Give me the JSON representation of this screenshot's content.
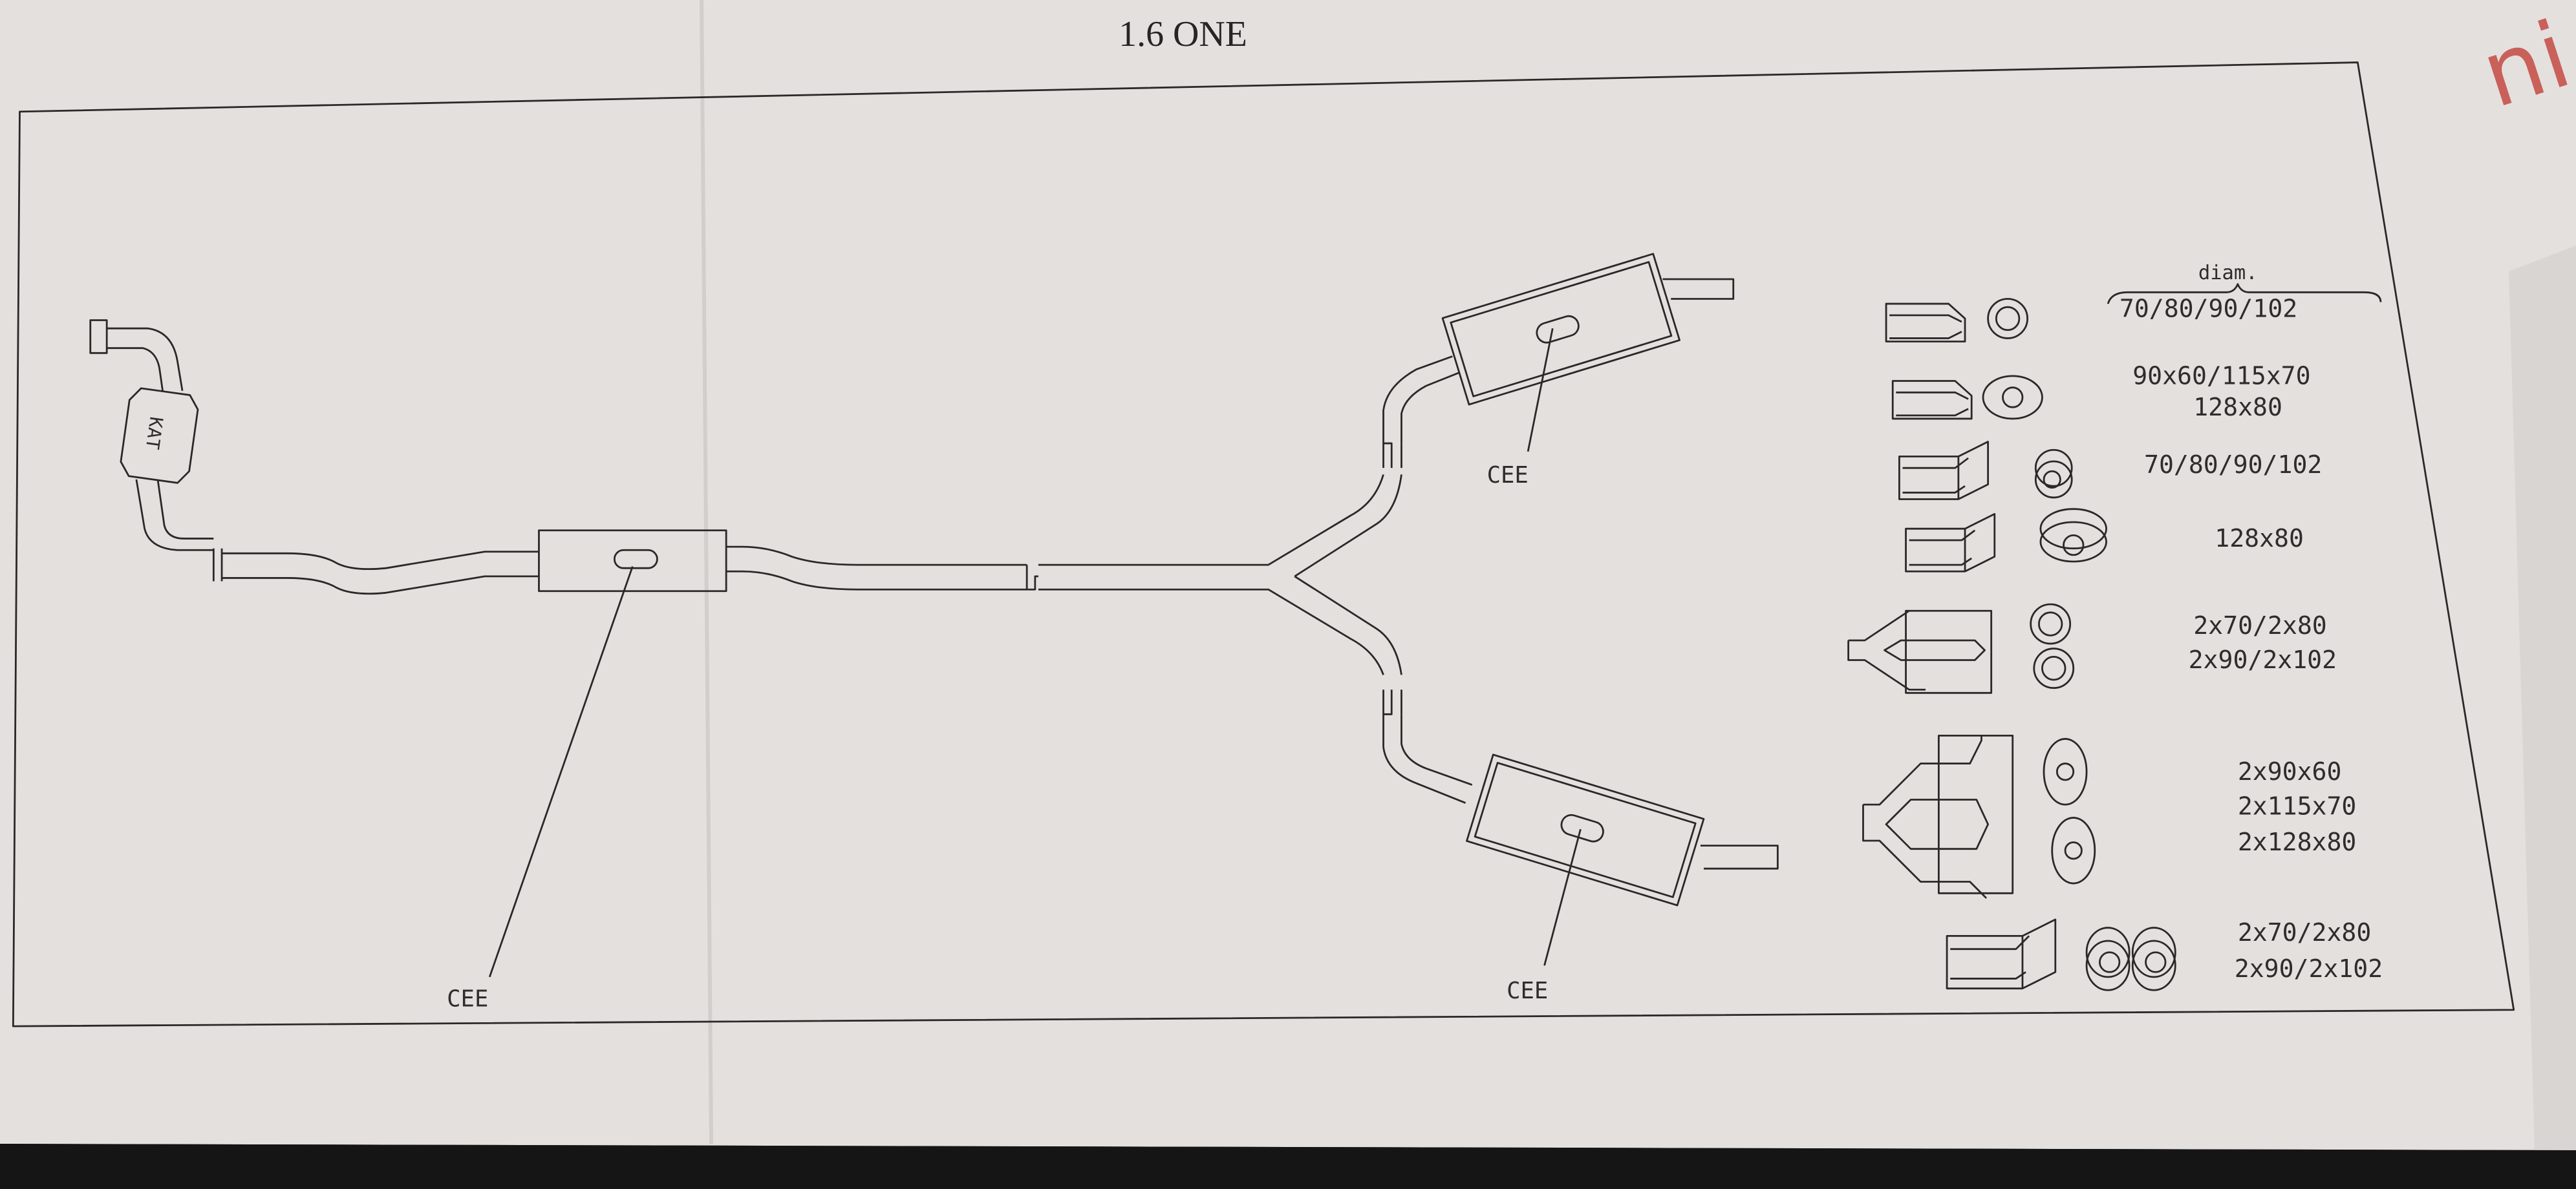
{
  "document": {
    "title": "1.6 ONE",
    "logo_text": "ni",
    "colors": {
      "paper": "#e4e0de",
      "ink": "#2a2828",
      "logo": "#c9605a",
      "background": "#1a1a1a"
    }
  },
  "diagram": {
    "catalyst_label": "KAT",
    "cee_labels": [
      "CEE",
      "CEE",
      "CEE"
    ],
    "legend": {
      "header": "diam.",
      "rows": [
        {
          "icon": "single-round-tip-icon",
          "lines": [
            "70/80/90/102"
          ]
        },
        {
          "icon": "single-oval-tip-icon",
          "lines": [
            "90x60/115x70",
            "128x80"
          ]
        },
        {
          "icon": "single-angled-round-tip-icon",
          "lines": [
            "70/80/90/102"
          ]
        },
        {
          "icon": "single-angled-oval-tip-icon",
          "lines": [
            "128x80"
          ]
        },
        {
          "icon": "dual-round-tip-icon",
          "lines": [
            "2x70/2x80",
            "2x90/2x102"
          ]
        },
        {
          "icon": "dual-oval-tip-icon",
          "lines": [
            "2x90x60",
            "2x115x70",
            "2x128x80"
          ]
        },
        {
          "icon": "twin-angled-round-tip-icon",
          "lines": [
            "2x70/2x80",
            "2x90/2x102"
          ]
        }
      ]
    }
  }
}
